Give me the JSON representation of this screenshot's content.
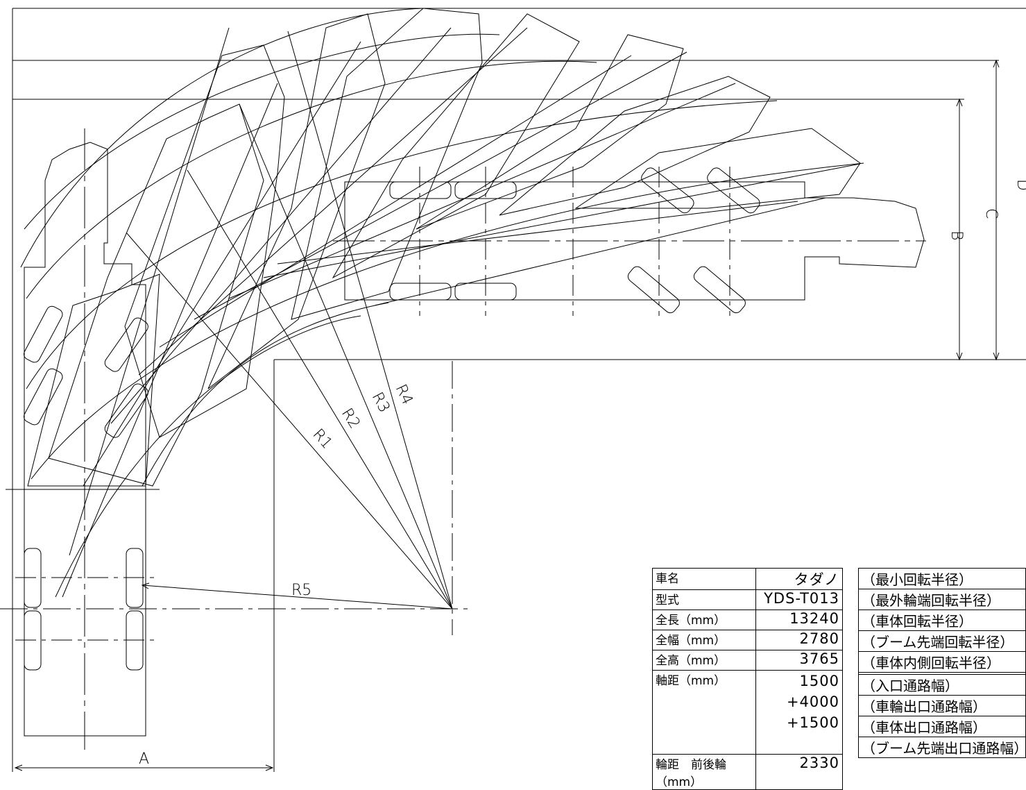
{
  "labels": {
    "A": "A",
    "B": "B",
    "C": "C",
    "D": "D",
    "R1": "R1",
    "R2": "R2",
    "R3": "R3",
    "R4": "R4",
    "R5": "R5"
  },
  "spec": {
    "rows": [
      {
        "key": "車名",
        "value": "タダノ"
      },
      {
        "key": "型式",
        "value": "YDS-T013"
      },
      {
        "key": "全長（mm）",
        "value": "13240"
      },
      {
        "key": "全幅（mm）",
        "value": "2780"
      },
      {
        "key": "全高（mm）",
        "value": "3765"
      },
      {
        "key": "軸距（mm）",
        "value": "1500\n+4000\n+1500"
      },
      {
        "key": "輪距　前後輪（mm）",
        "value": "2330"
      }
    ]
  },
  "radius": {
    "items": [
      "（最小回転半径）",
      "（最外輪端回転半径）",
      "（車体回転半径）",
      "（ブーム先端回転半径）",
      "（車体内側回転半径）",
      "（入口通路幅）",
      "（車輪出口通路幅）",
      "（車体出口通路幅）",
      "（ブーム先端出口通路幅）"
    ]
  }
}
